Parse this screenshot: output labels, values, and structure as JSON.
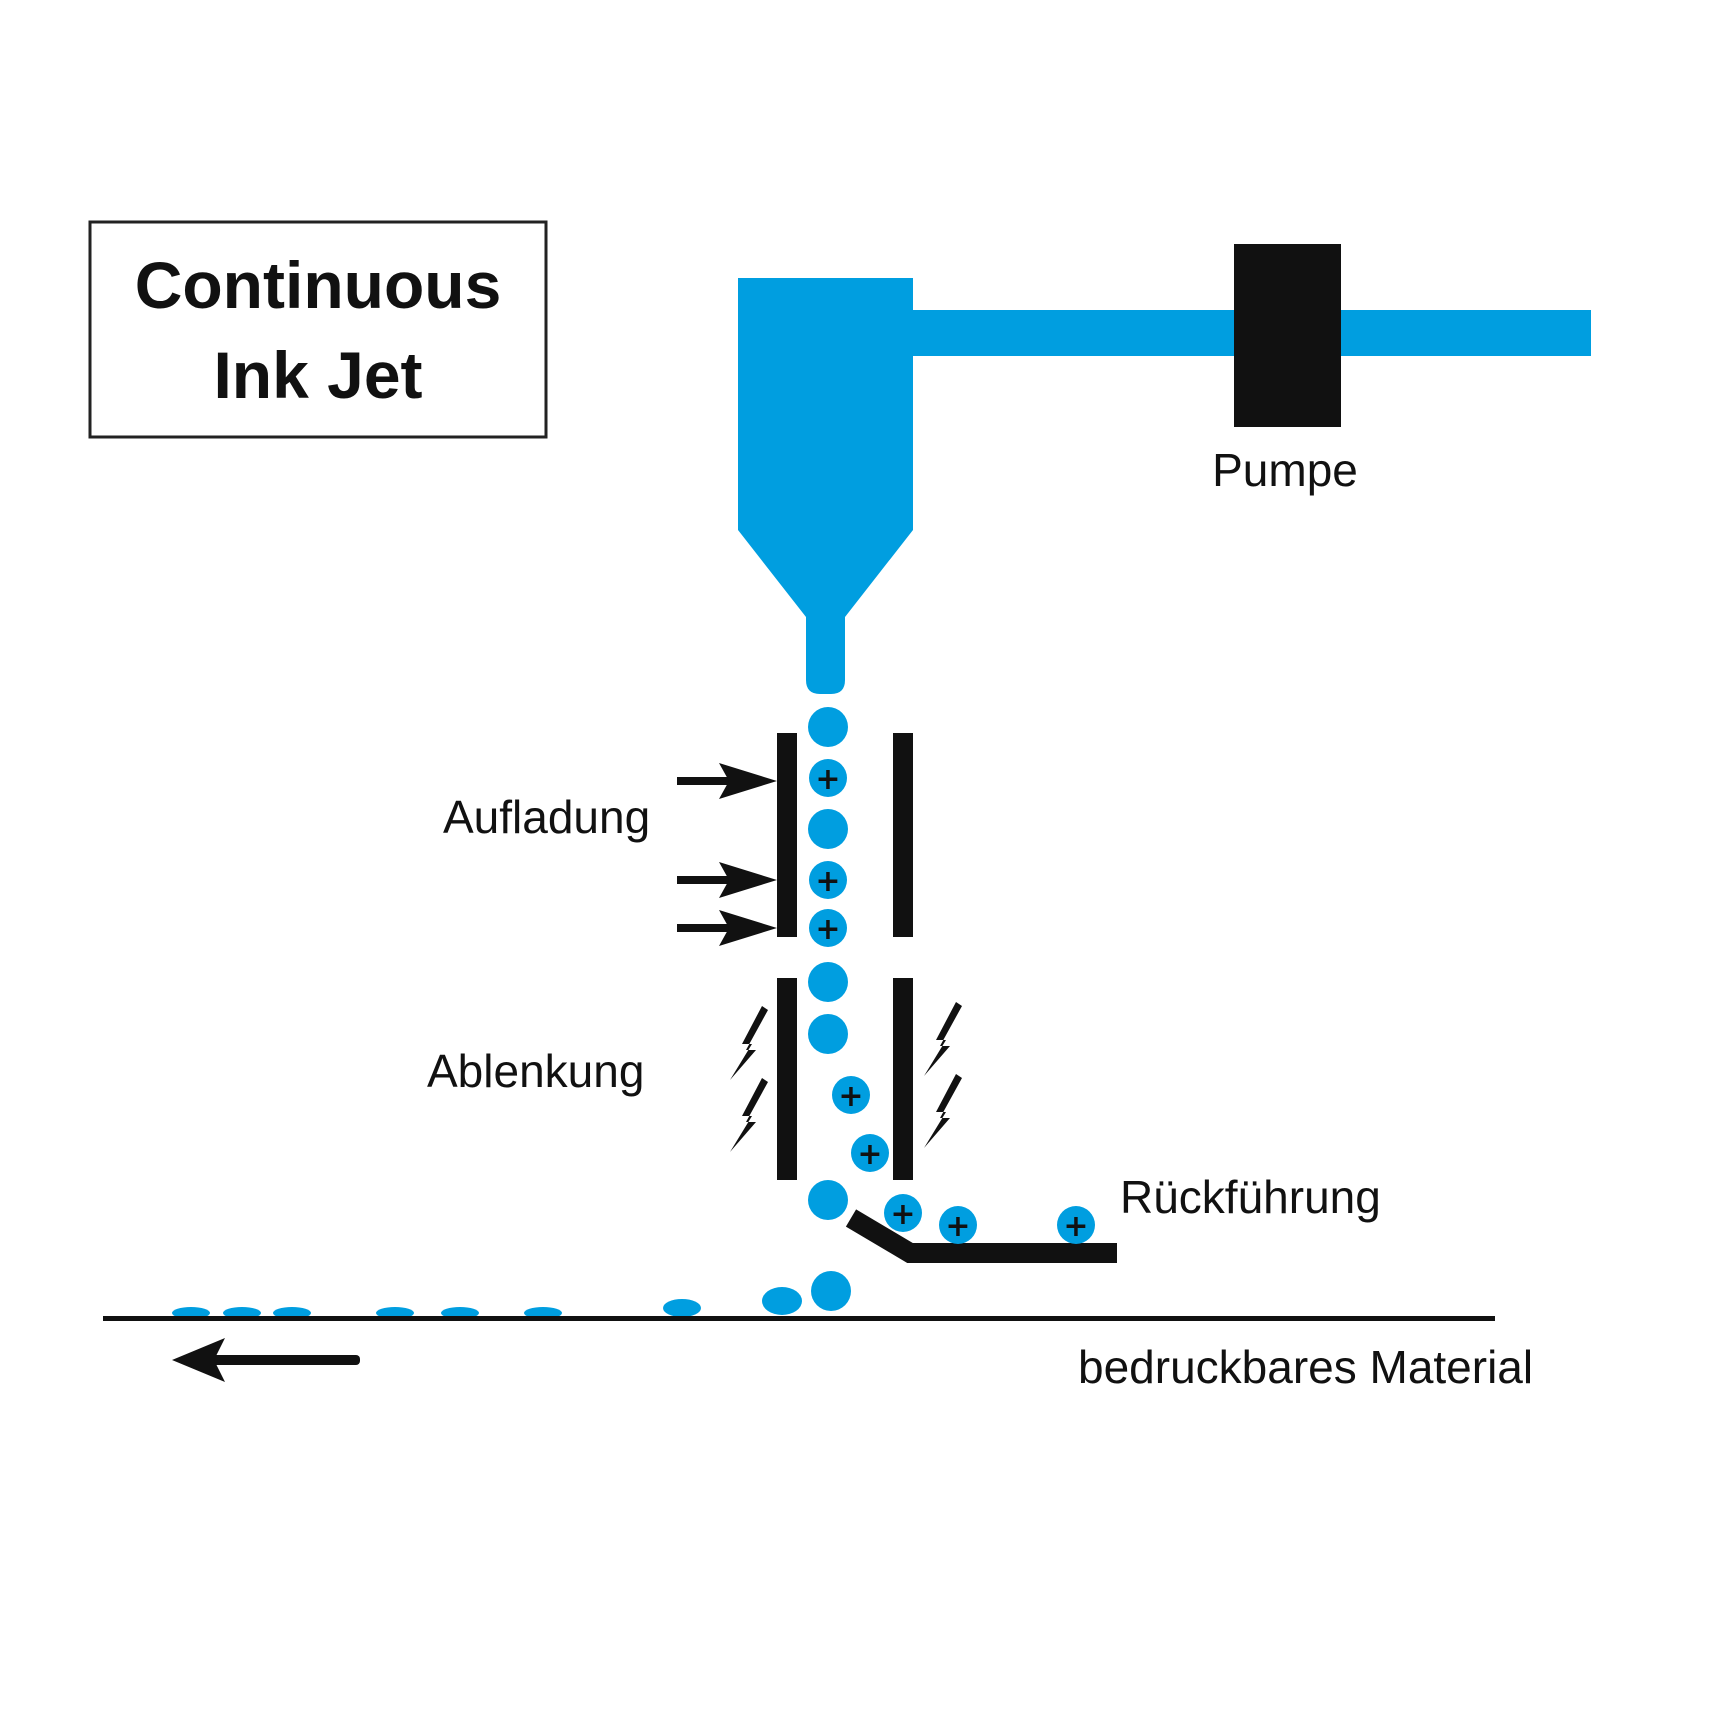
{
  "title": {
    "line1": "Continuous",
    "line2": "Ink Jet"
  },
  "labels": {
    "pump": "Pumpe",
    "charging": "Aufladung",
    "deflection": "Ablenkung",
    "return": "Rückführung",
    "substrate": "bedruckbares Material"
  },
  "colors": {
    "ink": "#009ee0",
    "machine": "#111111",
    "background": "#ffffff"
  },
  "symbols": {
    "charge": "+"
  },
  "icons": {
    "arrow": "arrow-right-icon",
    "lightning": "lightning-icon",
    "direction": "arrow-left-icon"
  }
}
